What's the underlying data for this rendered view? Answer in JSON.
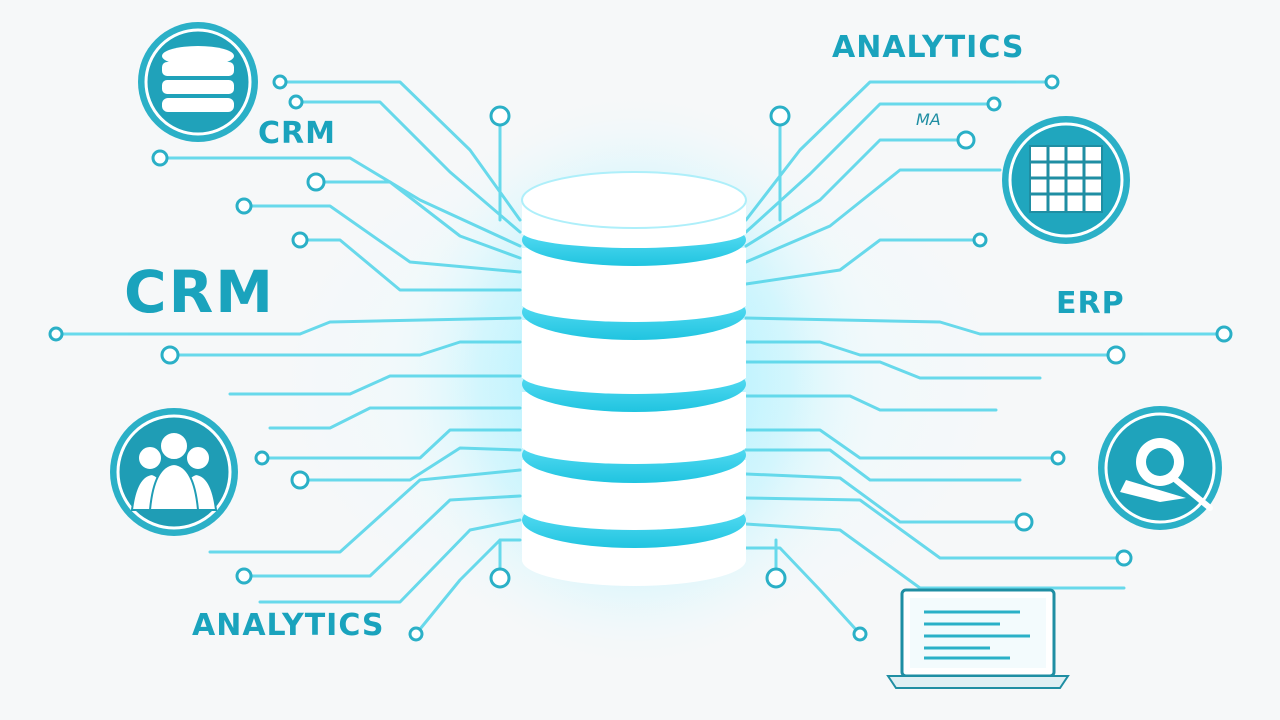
{
  "labels": {
    "crm_small": "CRM",
    "crm_large": "CRM",
    "analytics_top": "ANALYTICS",
    "analytics_bottom": "ANALYTICS",
    "erp": "ERP",
    "scribble": "MA"
  },
  "icons": {
    "top_left": "database-icon",
    "left_middle": "user-group-icon",
    "top_right": "spreadsheet-grid-icon",
    "right_middle": "magnifier-icon",
    "bottom_right": "laptop-icon",
    "center": "central-database-icon"
  },
  "colors": {
    "accent": "#1aa3bd",
    "wire": "#59d6ea",
    "glow": "#4fe3ff",
    "icon_ring": "#2bb0c7"
  }
}
